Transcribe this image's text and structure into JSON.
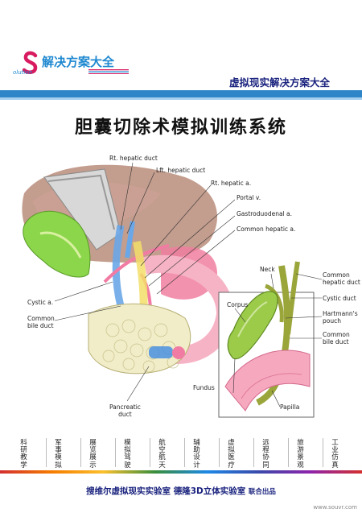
{
  "header": {
    "logo_letter": "S",
    "logo_text": "解决方案大全",
    "logo_sub": "olution",
    "tagline": "虚拟现实解决方案大全"
  },
  "title": "胆囊切除术模拟训练系统",
  "labels": {
    "rt_hepatic_duct": "Rt. hepatic duct",
    "lft_hepatic_duct": "Lft. hepatic duct",
    "rt_hepatic_a": "Rt. hepatic a.",
    "portal_v": "Portal v.",
    "gastroduodenal_a": "Gastroduodenal a.",
    "common_hepatic_a": "Common hepatic a.",
    "cystic_a": "Cystic a.",
    "common_bile_duct": "Common\nbile duct",
    "pancreatic_duct": "Pancreatic\nduct",
    "neck": "Neck",
    "corpus": "Corpus",
    "fundus": "Fundus",
    "papilla": "Papilla",
    "inset_common_hepatic_duct": "Common\nhepatic duct",
    "inset_cystic_duct": "Cystic duct",
    "inset_hartmanns_pouch": "Hartmann's\npouch",
    "inset_common_bile_duct": "Common\nbile duct"
  },
  "categories": [
    "科研教学",
    "军事模拟",
    "展览展示",
    "模拟驾驶",
    "航空航天",
    "辅助设计",
    "虚拟医疗",
    "远程协同",
    "旅游景观",
    "工业仿真"
  ],
  "footer": {
    "main": "搜维尔虚拟现实实验室  德隆3D立体实验室",
    "suffix": "联合出品"
  },
  "watermark": "www.souvr.com"
}
